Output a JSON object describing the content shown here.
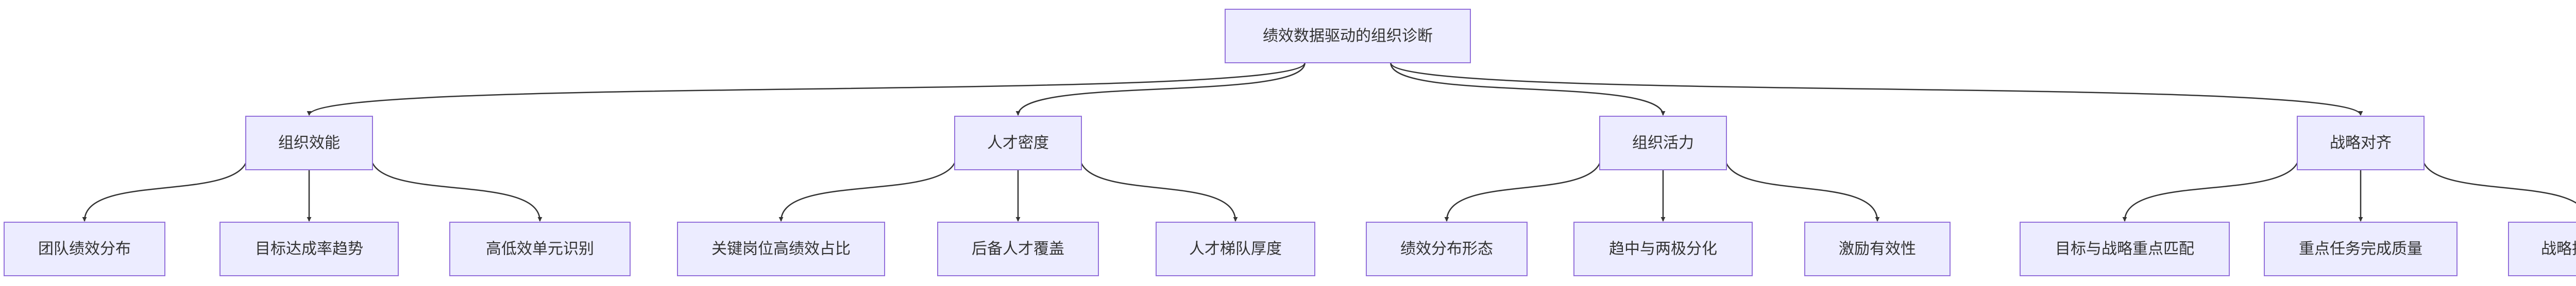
{
  "diagram": {
    "root": {
      "id": "root",
      "label": "绩效数据驱动的组织诊断"
    },
    "branches": [
      {
        "id": "b1",
        "label": "组织效能",
        "children": [
          {
            "id": "b1c1",
            "label": "团队绩效分布"
          },
          {
            "id": "b1c2",
            "label": "目标达成率趋势"
          },
          {
            "id": "b1c3",
            "label": "高低效单元识别"
          }
        ]
      },
      {
        "id": "b2",
        "label": "人才密度",
        "children": [
          {
            "id": "b2c1",
            "label": "关键岗位高绩效占比"
          },
          {
            "id": "b2c2",
            "label": "后备人才覆盖"
          },
          {
            "id": "b2c3",
            "label": "人才梯队厚度"
          }
        ]
      },
      {
        "id": "b3",
        "label": "组织活力",
        "children": [
          {
            "id": "b3c1",
            "label": "绩效分布形态"
          },
          {
            "id": "b3c2",
            "label": "趋中与两极分化"
          },
          {
            "id": "b3c3",
            "label": "激励有效性"
          }
        ]
      },
      {
        "id": "b4",
        "label": "战略对齐",
        "children": [
          {
            "id": "b4c1",
            "label": "目标与战略重点匹配"
          },
          {
            "id": "b4c2",
            "label": "重点任务完成质量"
          },
          {
            "id": "b4c3",
            "label": "战略执行偏差"
          }
        ]
      }
    ]
  },
  "colors": {
    "node_fill": "#ECECFF",
    "node_stroke": "#9370DB",
    "edge": "#333333",
    "text": "#333333"
  }
}
